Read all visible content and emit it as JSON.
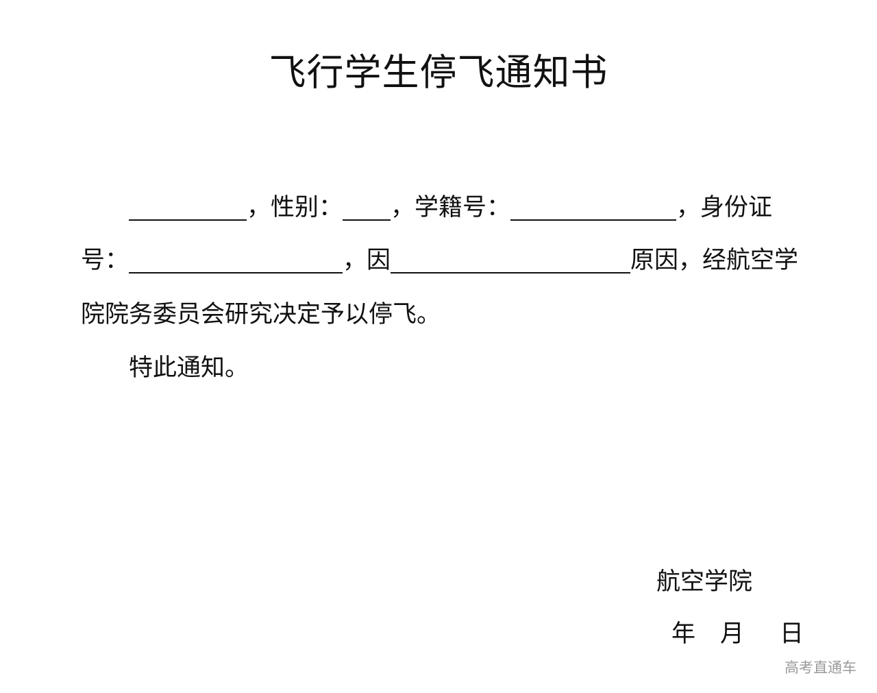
{
  "document": {
    "title": "飞行学生停飞通知书",
    "body": {
      "line1": {
        "sep1": "，性别：",
        "sep2": "，学籍号：",
        "sep3": "，身份证"
      },
      "line2": {
        "lead": "号：",
        "sep1": "，因",
        "sep2": "原因，经航空学"
      },
      "line3": "院院务委员会研究决定予以停飞。",
      "line4": "特此通知。"
    },
    "signature": {
      "organization": "航空学院",
      "date_year": "年",
      "date_month": "月",
      "date_day": "日"
    }
  },
  "watermark": "高考直通车"
}
